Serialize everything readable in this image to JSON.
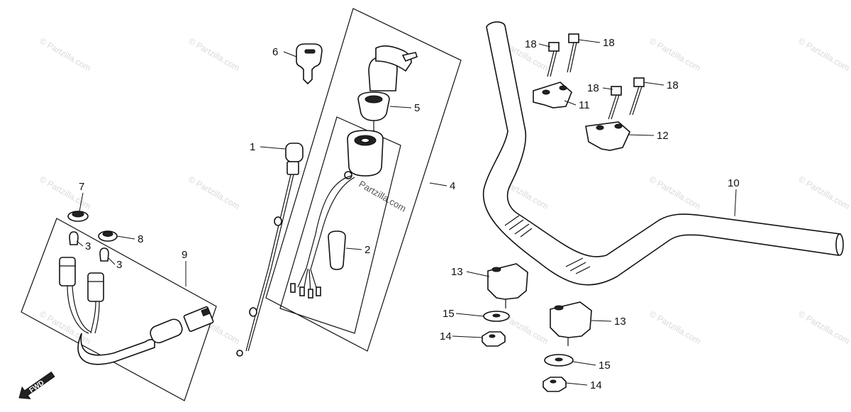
{
  "watermarks": [
    "© Partzilla.com",
    "Partzilla.com"
  ],
  "fwd_label": "FWD",
  "callouts": {
    "p1": "1",
    "p2": "2",
    "p3a": "3",
    "p3b": "3",
    "p4": "4",
    "p5": "5",
    "p6": "6",
    "p7": "7",
    "p8": "8",
    "p9": "9",
    "p10": "10",
    "p11": "11",
    "p12": "12",
    "p13a": "13",
    "p13b": "13",
    "p14a": "14",
    "p14b": "14",
    "p15a": "15",
    "p15b": "15",
    "p18a": "18",
    "p18b": "18",
    "p18c": "18",
    "p18d": "18"
  }
}
